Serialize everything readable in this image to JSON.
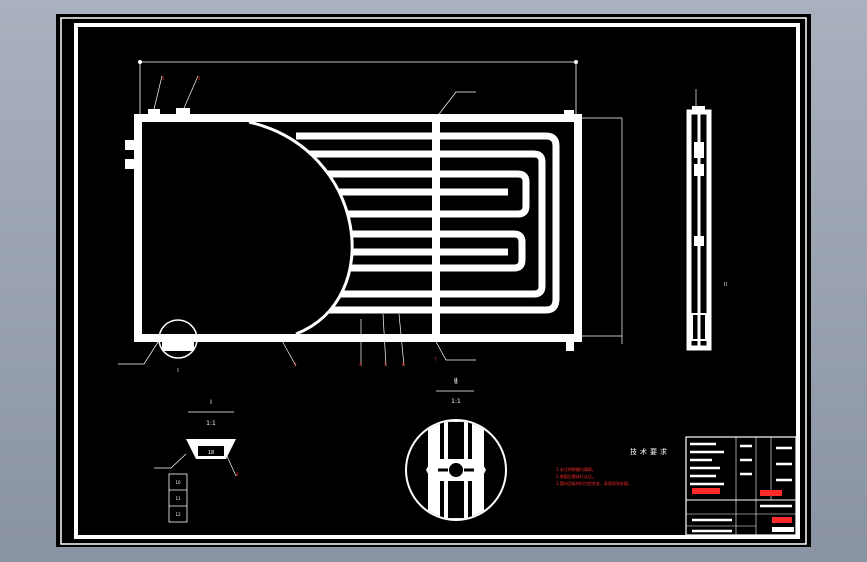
{
  "drawing": {
    "dim_overall": "",
    "balloons": [
      "1",
      "2",
      "3",
      "4",
      "5",
      "6",
      "7",
      "8"
    ],
    "section_marker": "II",
    "detail_I": {
      "label": "I",
      "scale": "1:1",
      "callouts": [
        "10",
        "11",
        "12"
      ],
      "tag": "18"
    },
    "detail_II": {
      "label": "II",
      "scale": "1:1"
    },
    "side_mark": "II",
    "detail_I_marker": "I"
  },
  "notes": {
    "title": "技术要求",
    "items": [
      "1.未注明焊缝均满焊。",
      "2.装配后需进行试压。",
      "3.管材及板材均为铝合金，表面喷涂处理。"
    ]
  },
  "colors": {
    "background": "#000000",
    "line": "#ffffff",
    "annotation": "#ff2a2a",
    "desktop": "#9aa3b2"
  }
}
